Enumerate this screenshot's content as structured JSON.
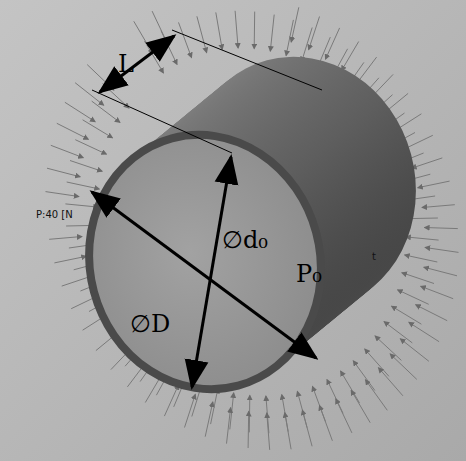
{
  "diagram": {
    "labels": [
      "L",
      "P₀",
      "∅d₀",
      "∅D",
      "P:40 [N",
      "t"
    ]
  }
}
